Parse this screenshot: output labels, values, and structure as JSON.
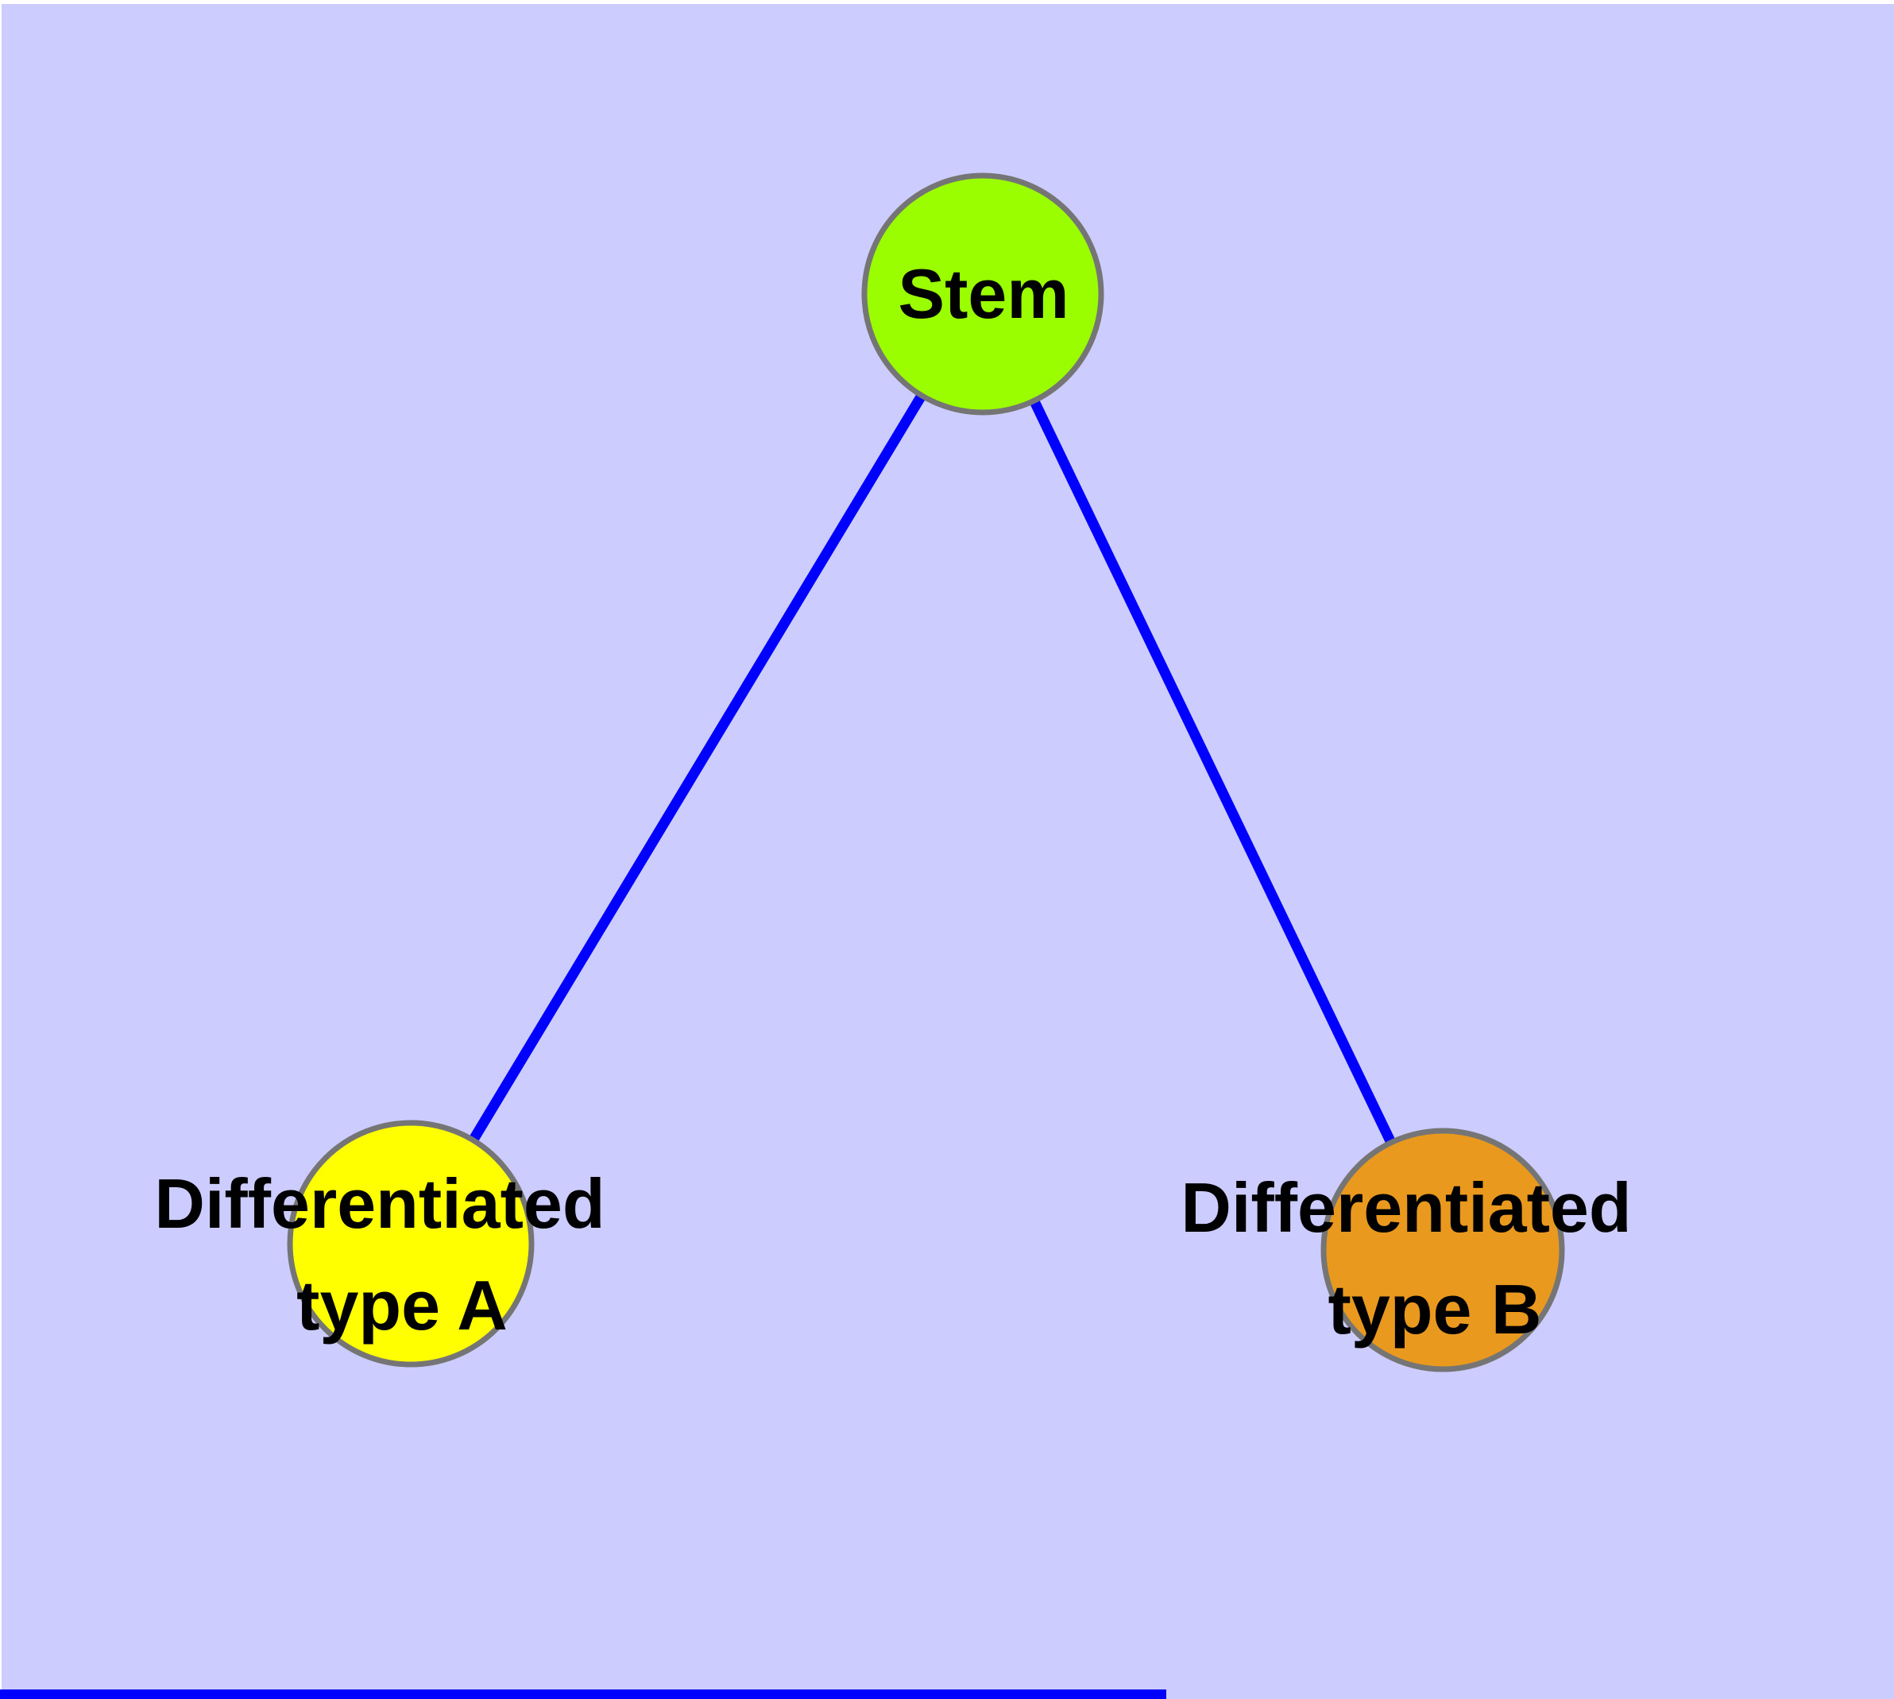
{
  "canvas": {
    "page_background": "#FFFFFF",
    "background": "#CCCCFF"
  },
  "graph": {
    "edge_color": "#0000FF",
    "node_border_color": "#757575",
    "label_color": "#000000",
    "nodes": {
      "stem": {
        "label": "Stem",
        "fill": "#9AFE00"
      },
      "typeA": {
        "line1": "Differentiated",
        "line2": "type A",
        "fill": "#FFFF00"
      },
      "typeB": {
        "line1": "Differentiated",
        "line2": "type B",
        "fill": "#E8991E"
      }
    },
    "edges": [
      {
        "from": "Stem",
        "to": "Differentiated type A"
      },
      {
        "from": "Stem",
        "to": "Differentiated type B"
      }
    ]
  }
}
